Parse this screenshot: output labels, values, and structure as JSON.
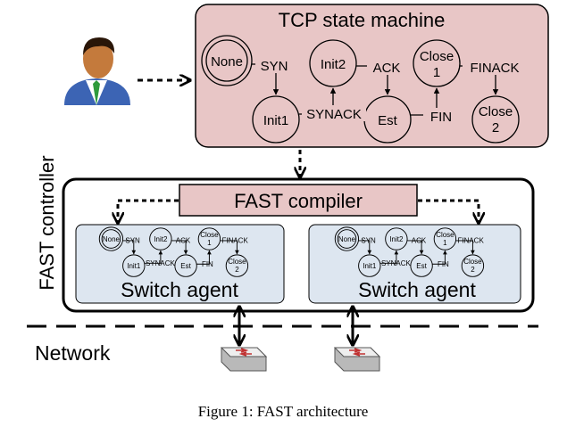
{
  "tcp_box": {
    "title": "TCP state machine",
    "fill": "#e8c6c6"
  },
  "states": {
    "none": "None",
    "init1": "Init1",
    "init2": "Init2",
    "est": "Est",
    "close1_line1": "Close",
    "close1_line2": "1",
    "close2_line1": "Close",
    "close2_line2": "2"
  },
  "transitions": {
    "syn": "SYN",
    "synack": "SYNACK",
    "ack": "ACK",
    "fin": "FIN",
    "finack": "FINACK"
  },
  "controller": {
    "label": "FAST controller"
  },
  "compiler": {
    "label": "FAST compiler",
    "fill": "#e8c6c6"
  },
  "agents": {
    "left": {
      "label": "Switch agent"
    },
    "right": {
      "label": "Switch agent"
    },
    "fill": "#dde6f0"
  },
  "network": {
    "label": "Network"
  },
  "caption": {
    "text": "Figure 1: FAST architecture"
  },
  "colors": {
    "skin": "#c47a3c",
    "hair": "#2a1608",
    "suit": "#3c64b4",
    "tie": "#2e9a3c",
    "switch_side": "#b9b9b9",
    "switch_top": "#eeeeee",
    "switch_arrows": "#c03030"
  }
}
